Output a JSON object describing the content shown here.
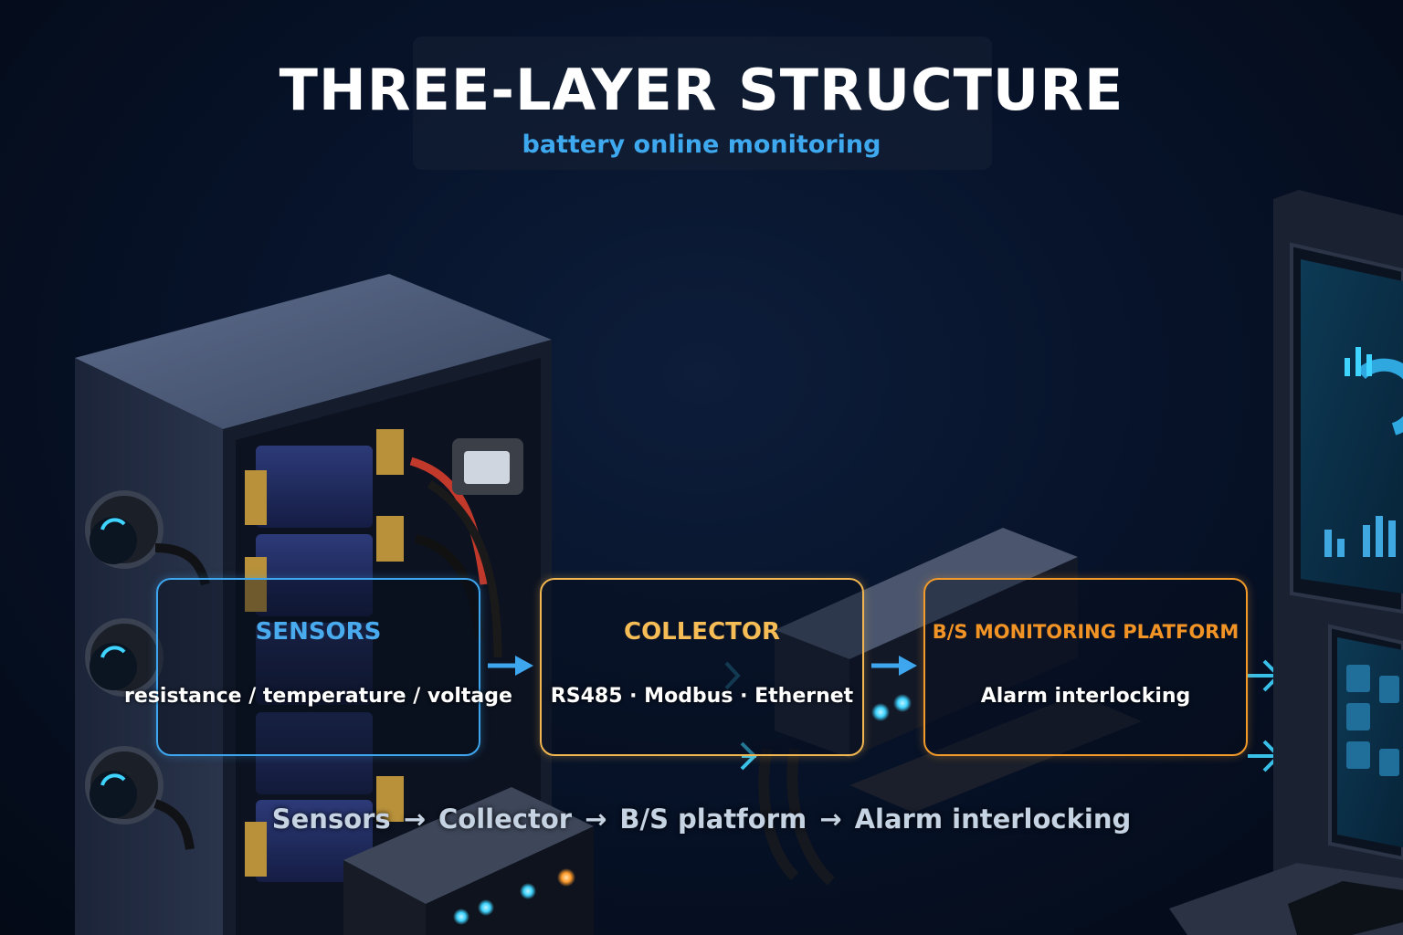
{
  "title": "THREE-LAYER STRUCTURE",
  "subtitle": "battery online monitoring",
  "layers": [
    {
      "title": "SENSORS",
      "description": "resistance / temperature / voltage",
      "color": "#3ea6ee"
    },
    {
      "title": "COLLECTOR",
      "description": "RS485 · Modbus · Ethernet",
      "color": "#f2b650"
    },
    {
      "title": "B/S MONITORING PLATFORM",
      "description": "Alarm interlocking",
      "color": "#f29a2a"
    }
  ],
  "flow": {
    "steps": [
      "Sensors",
      "Collector",
      "B/S platform",
      "Alarm interlocking"
    ],
    "separator": "→"
  },
  "colors": {
    "background": "#06101f",
    "accent_blue": "#3ea6ee",
    "accent_amber": "#f2b650",
    "accent_orange": "#f29a2a",
    "glow_cyan": "#3fd4ff"
  },
  "icons": [
    "battery-rack-icon",
    "sensor-gauge-icon",
    "collector-device-icon",
    "monitor-screen-icon",
    "keyboard-icon",
    "flow-arrow-icon"
  ]
}
